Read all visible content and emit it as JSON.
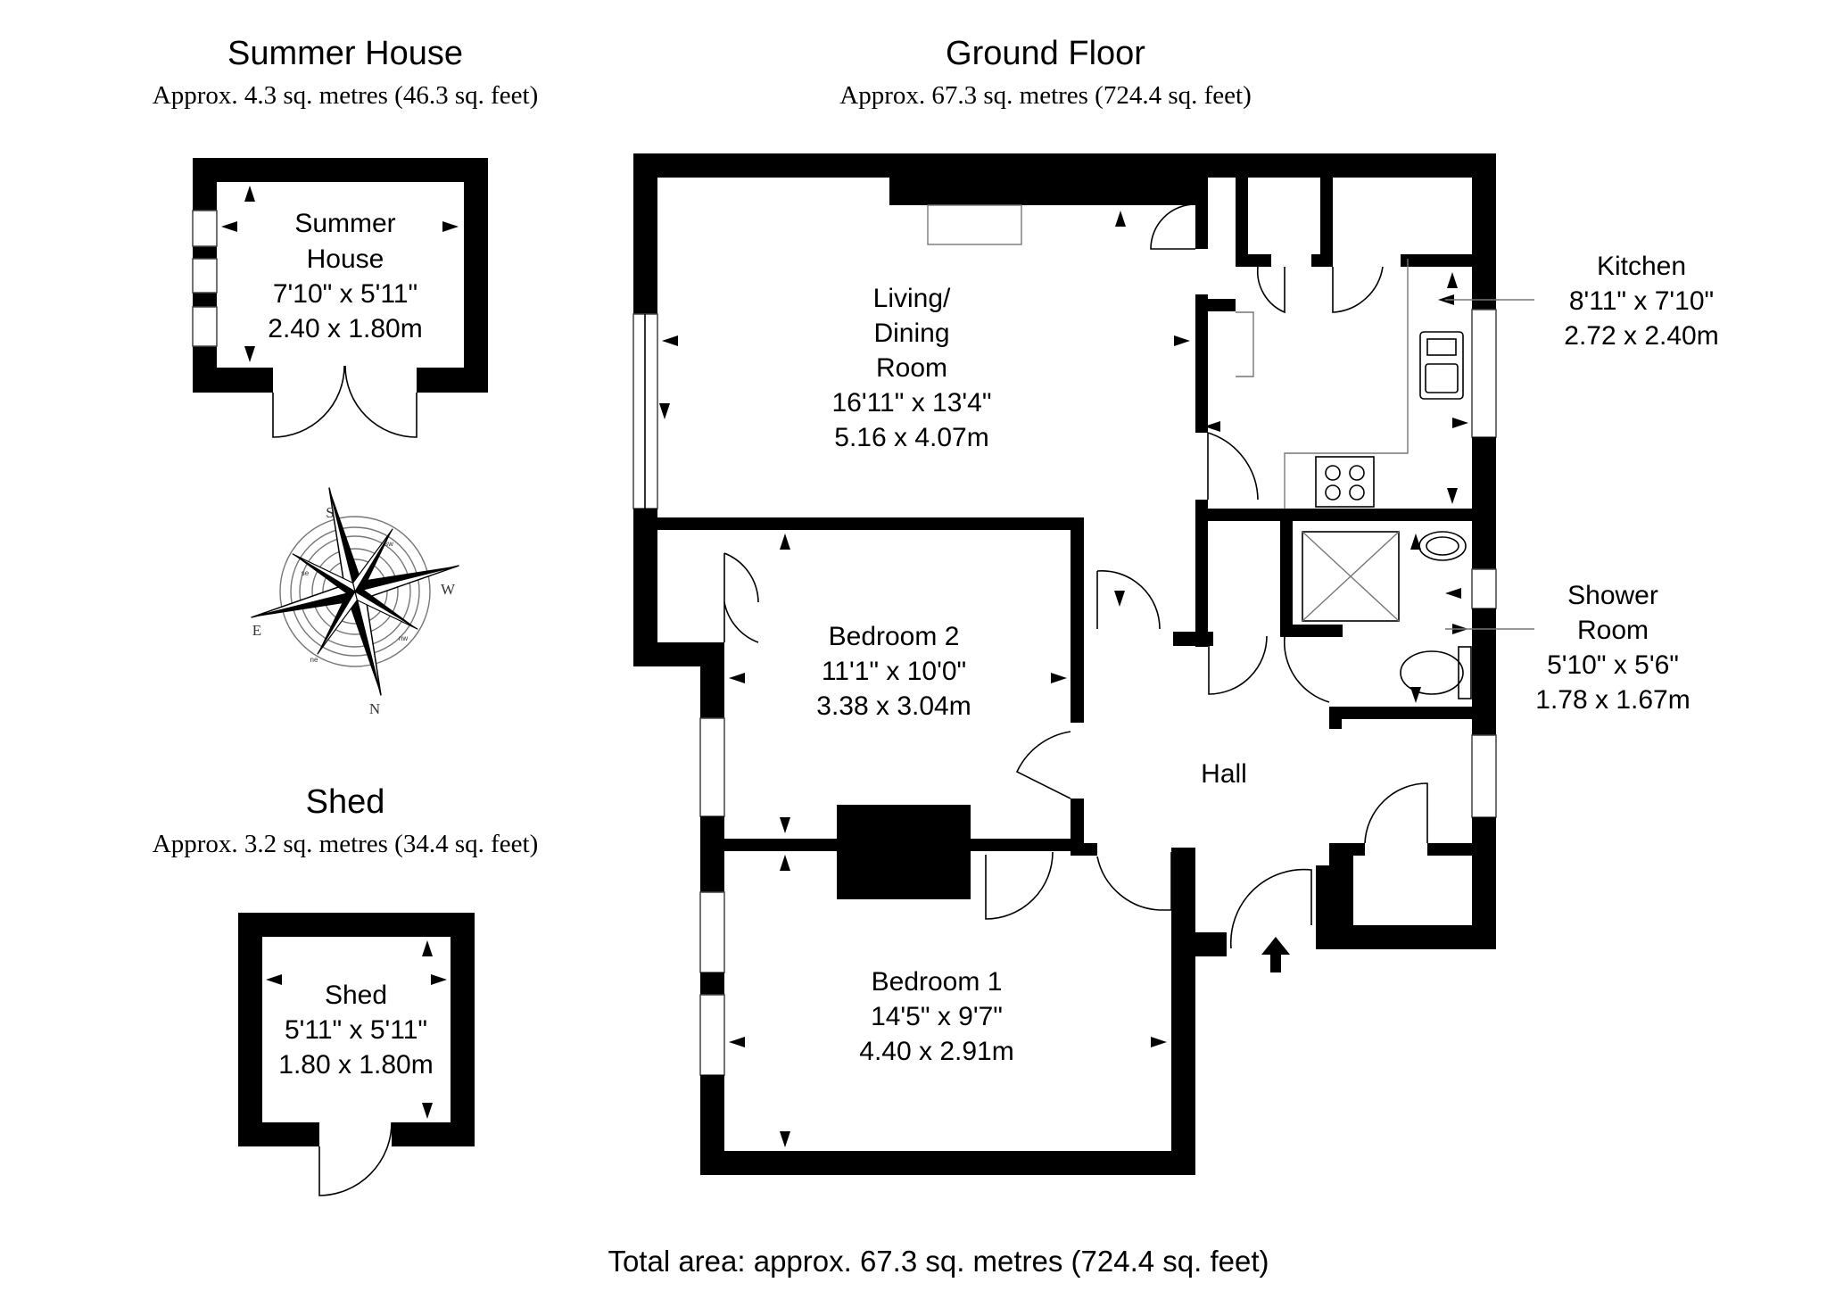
{
  "summer_house": {
    "title": "Summer House",
    "area": "Approx. 4.3 sq. metres (46.3 sq. feet)",
    "room_name_1": "Summer",
    "room_name_2": "House",
    "dim_imperial": "7'10\" x 5'11\"",
    "dim_metric": "2.40 x 1.80m"
  },
  "ground_floor": {
    "title": "Ground Floor",
    "area": "Approx. 67.3 sq. metres (724.4 sq. feet)",
    "living": {
      "name_1": "Living/",
      "name_2": "Dining",
      "name_3": "Room",
      "dim_imperial": "16'11\" x 13'4\"",
      "dim_metric": "5.16 x 4.07m"
    },
    "kitchen": {
      "name": "Kitchen",
      "dim_imperial": "8'11\" x 7'10\"",
      "dim_metric": "2.72 x 2.40m"
    },
    "shower": {
      "name_1": "Shower",
      "name_2": "Room",
      "dim_imperial": "5'10\" x 5'6\"",
      "dim_metric": "1.78 x 1.67m"
    },
    "bedroom2": {
      "name": "Bedroom 2",
      "dim_imperial": "11'1\" x 10'0\"",
      "dim_metric": "3.38 x 3.04m"
    },
    "hall": {
      "name": "Hall"
    },
    "bedroom1": {
      "name": "Bedroom 1",
      "dim_imperial": "14'5\" x 9'7\"",
      "dim_metric": "4.40 x 2.91m"
    }
  },
  "shed": {
    "title": "Shed",
    "area": "Approx. 3.2 sq. metres (34.4 sq. feet)",
    "room_name": "Shed",
    "dim_imperial": "5'11\" x 5'11\"",
    "dim_metric": "1.80 x 1.80m"
  },
  "compass": {
    "s": "S",
    "w": "W",
    "e": "E",
    "n": "N",
    "sw": "sw",
    "se": "se",
    "nw": "nw",
    "ne": "ne"
  },
  "total_area": "Total area: approx. 67.3 sq. metres (724.4 sq. feet)",
  "colors": {
    "wall": "#000000",
    "background": "#ffffff"
  }
}
